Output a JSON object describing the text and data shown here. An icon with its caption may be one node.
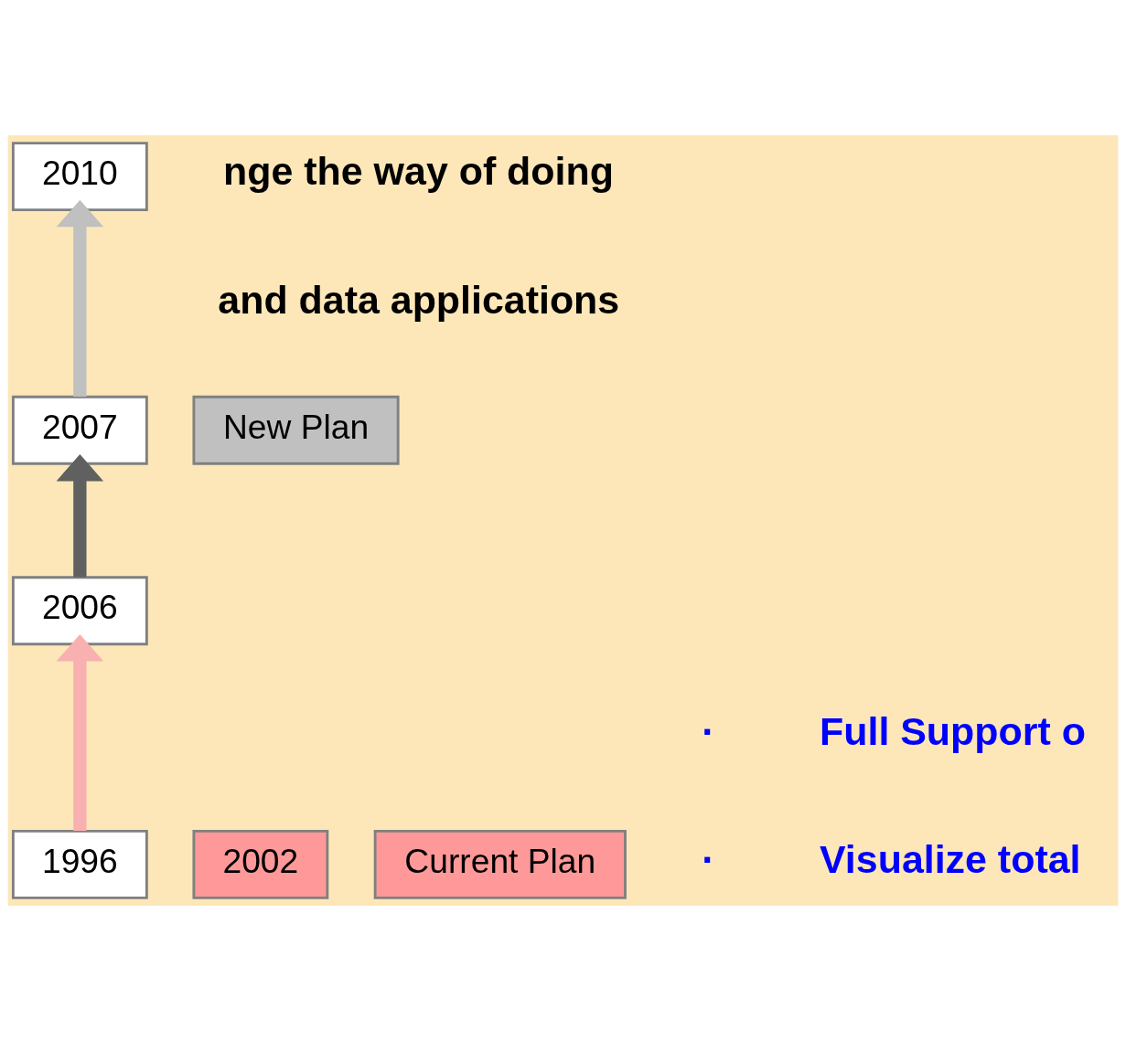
{
  "diagram": {
    "nodes": [
      {
        "text": [
          "2010"
        ]
      },
      {
        "text": [
          "2006"
        ]
      },
      {
        "text": [
          "2002"
        ]
      },
      {
        "text": [
          "2007"
        ]
      },
      {
        "text": [
          "1996"
        ]
      },
      {
        "text": [
          "Current Plan"
        ]
      },
      {
        "text": [
          "New Plan"
        ]
      }
    ],
    "edges": [
      {
        "from": 4,
        "to": 1,
        "arrow": "to",
        "color": "#f8b0b0"
      },
      {
        "from": 3,
        "to": 0,
        "arrow": "to",
        "color": "#c0c0c0"
      },
      {
        "from": 1,
        "to": 3,
        "arrow": "to",
        "color": "#606060"
      }
    ],
    "labels": [
      "nge the way of doing",
      "and data applications",
      "·",
      "Full Support o",
      "·",
      "Visualize total"
    ]
  }
}
